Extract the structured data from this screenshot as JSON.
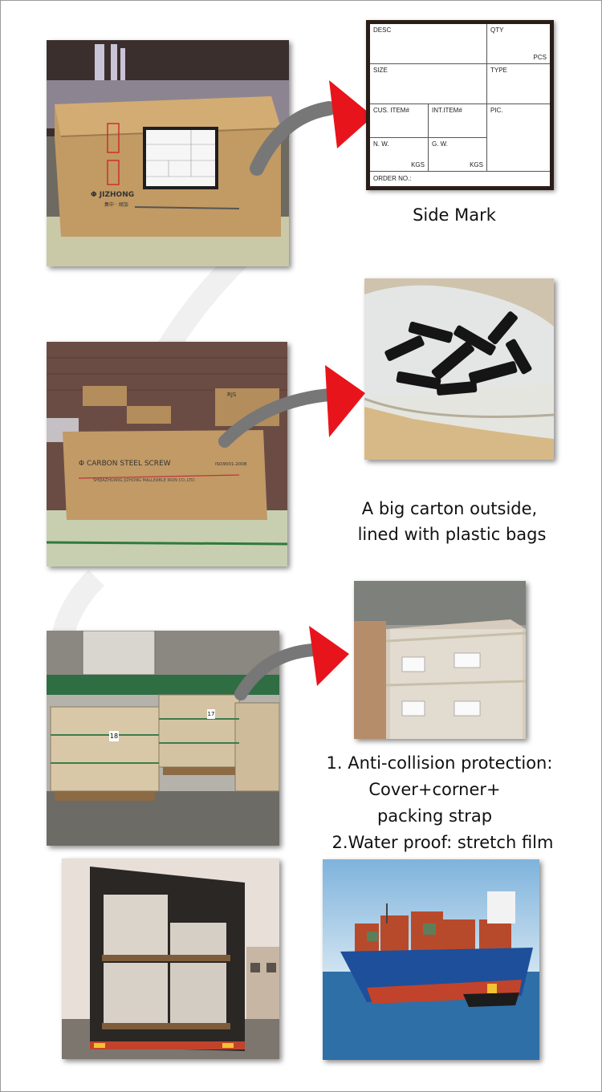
{
  "side_mark": {
    "title": "Side Mark",
    "form": {
      "desc": "DESC",
      "qty": "QTY",
      "pcs": "PCS",
      "size": "SIZE",
      "type": "TYPE",
      "cus_item": "CUS. ITEM#",
      "int_item": "INT.ITEM#",
      "pic": "PIC.",
      "nw": "N. W.",
      "gw": "G. W.",
      "kgs": "KGS",
      "order_no": "ORDER  NO.:"
    }
  },
  "carton_box": {
    "brand": "JIZHONG",
    "brand_sub": "集中 · 胡加"
  },
  "carton_label": {
    "product": "CARBON STEEL SCREW",
    "standard": "ISO9001-2008",
    "company": "SHIJIAZHUANG JIZHONG MALLEABLE IRON CO.,LTD.",
    "background_label": "RJS"
  },
  "caption_carton": {
    "line1": "A big carton outside,",
    "line2": "lined with plastic bags"
  },
  "caption_protection": {
    "line1": "1. Anti-collision protection:",
    "line2": "Cover+corner+",
    "line3": "packing strap",
    "line4": "2.Water proof: stretch film"
  },
  "pallet_tags": [
    "18",
    "17"
  ],
  "colors": {
    "arrow_red": "#e8141c",
    "arrow_gray": "#777777",
    "cardboard": "#c49a62",
    "sea_blue": "#2e6fa8"
  }
}
